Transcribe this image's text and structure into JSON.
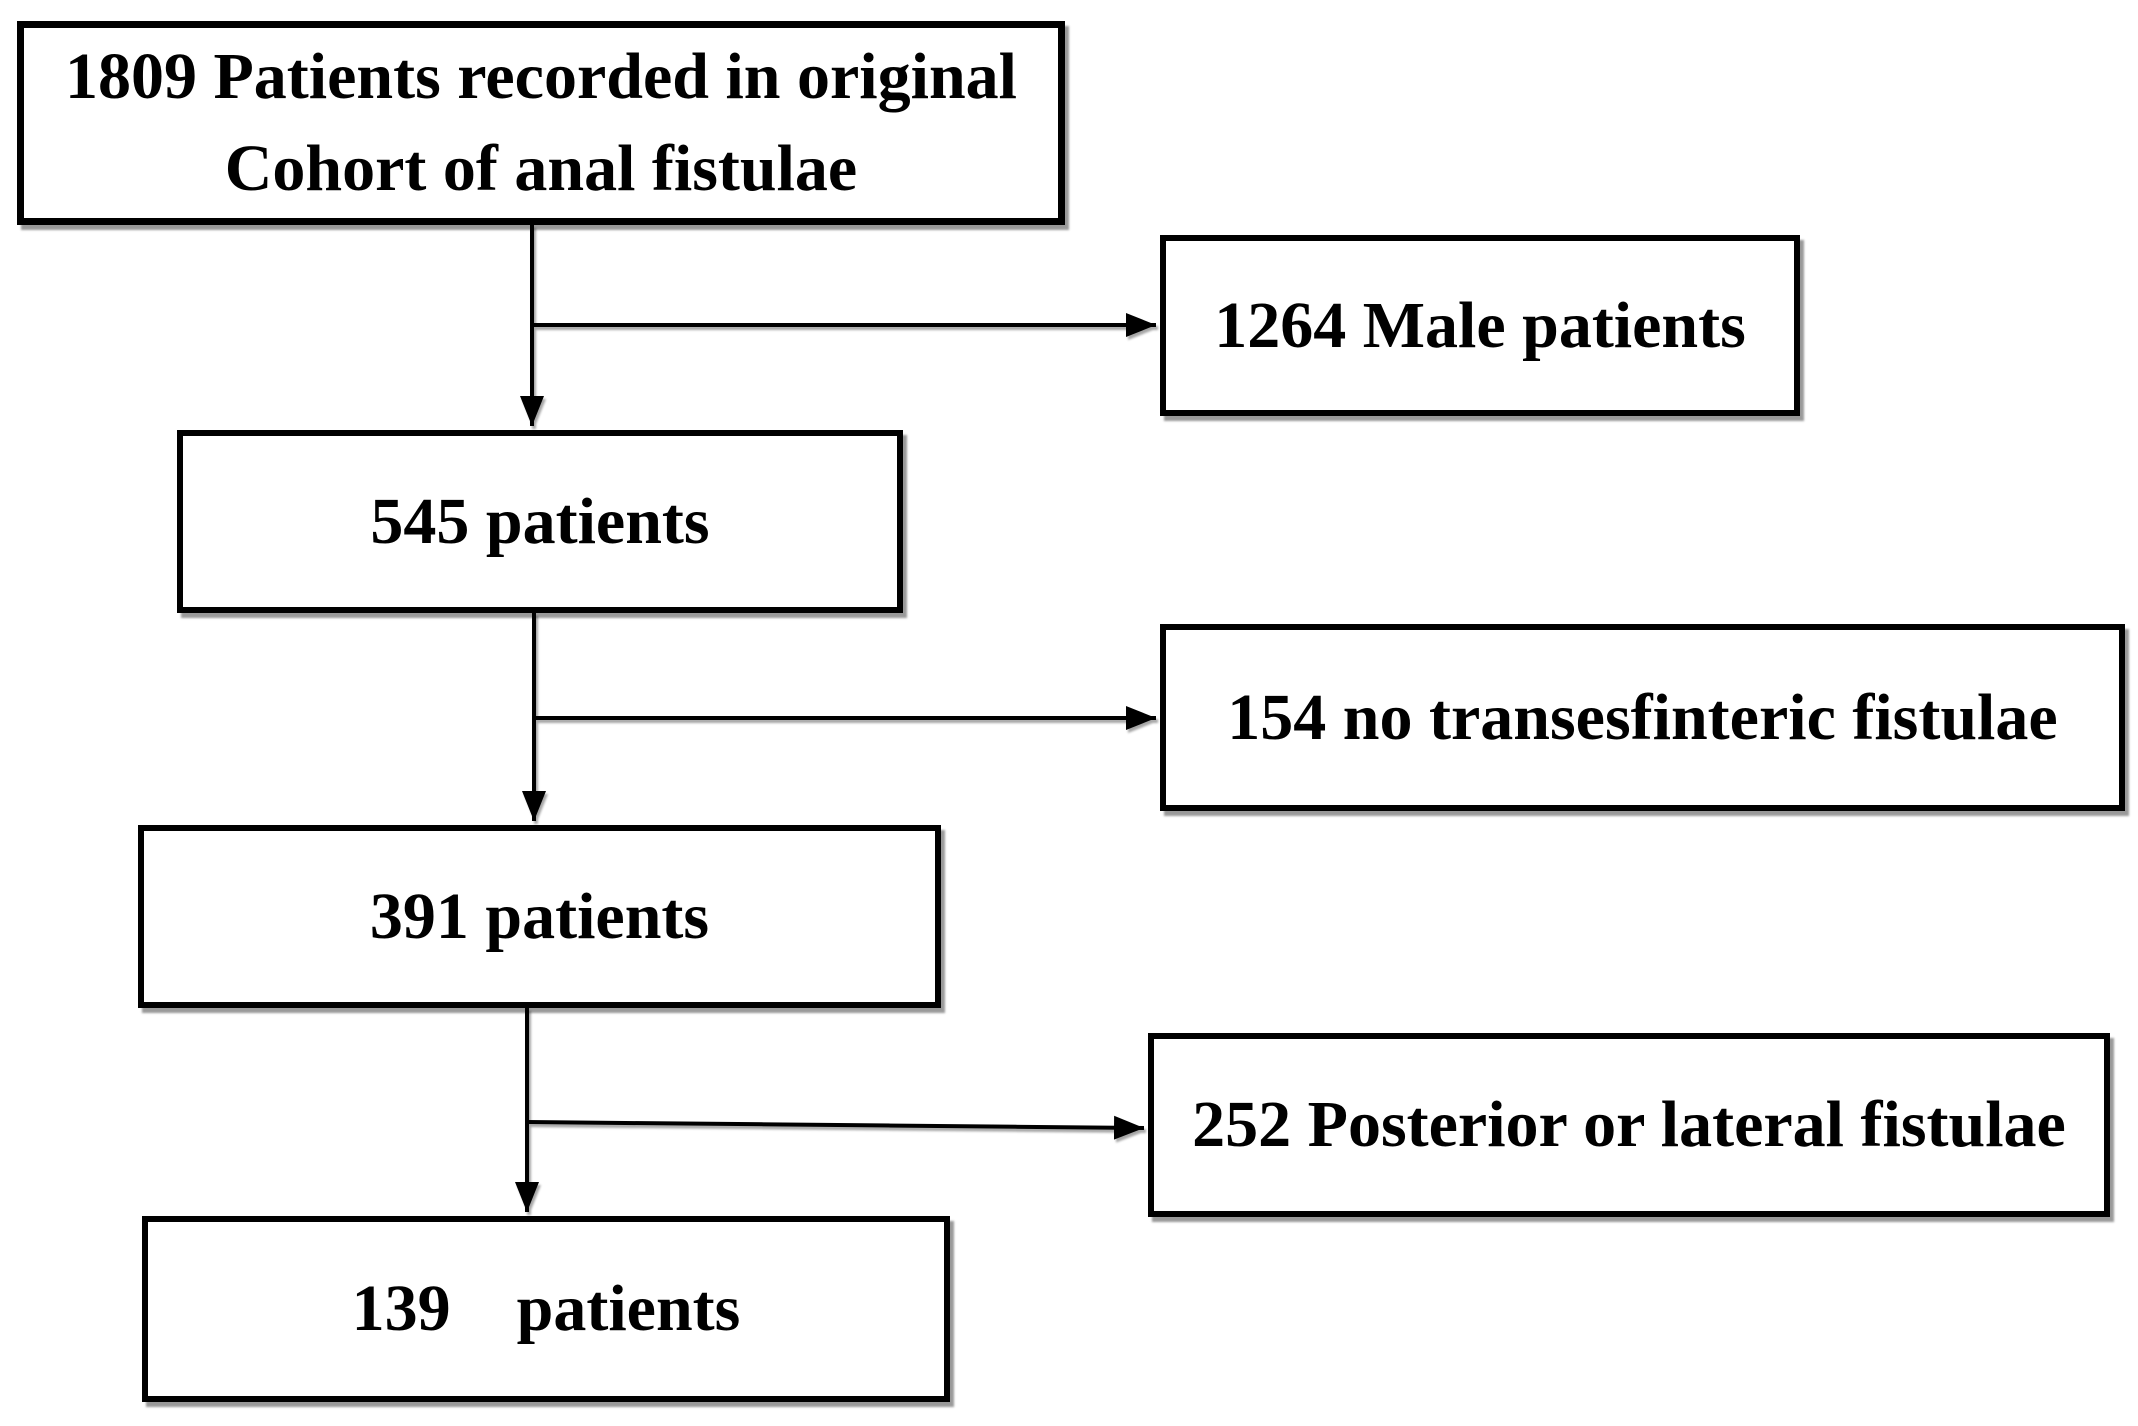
{
  "diagram": {
    "background_color": "#ffffff",
    "box_border_color": "#000000",
    "text_color": "#000000",
    "connector_color": "#000000",
    "nodes": [
      {
        "id": "cohort",
        "label": "1809 Patients recorded in original\nCohort of anal fistulae"
      },
      {
        "id": "male",
        "label": "1264 Male patients"
      },
      {
        "id": "n545",
        "label": "545 patients"
      },
      {
        "id": "notrans",
        "label": "154 no transesfinteric fistulae"
      },
      {
        "id": "n391",
        "label": "391 patients"
      },
      {
        "id": "postlat",
        "label": "252 Posterior or lateral fistulae"
      },
      {
        "id": "n139",
        "label": "139    patients"
      }
    ],
    "edges": [
      {
        "from": "cohort",
        "to": "n545"
      },
      {
        "from": "cohort",
        "to": "male"
      },
      {
        "from": "n545",
        "to": "n391"
      },
      {
        "from": "n545",
        "to": "notrans"
      },
      {
        "from": "n391",
        "to": "n139"
      },
      {
        "from": "n391",
        "to": "postlat"
      }
    ]
  }
}
